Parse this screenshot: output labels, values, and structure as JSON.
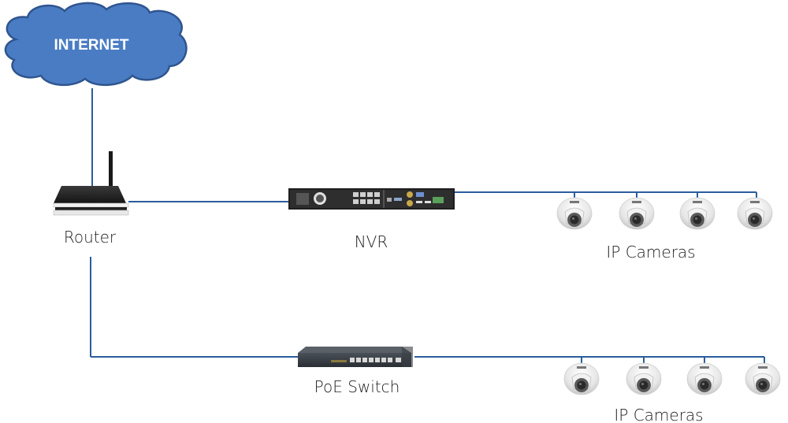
{
  "nodes": {
    "internet": {
      "label": "INTERNET",
      "fill": "#4a7cc4",
      "stroke": "#2f558f"
    },
    "router": {
      "label": "Router"
    },
    "nvr": {
      "label": "NVR"
    },
    "poe_switch": {
      "label": "PoE Switch"
    },
    "cameras_top": {
      "label": "IP Cameras",
      "count": 4
    },
    "cameras_bottom": {
      "label": "IP Cameras",
      "count": 4
    }
  },
  "connections": [
    {
      "from": "internet",
      "to": "router"
    },
    {
      "from": "router",
      "to": "nvr"
    },
    {
      "from": "nvr",
      "to": "cameras_top"
    },
    {
      "from": "router",
      "to": "poe_switch"
    },
    {
      "from": "poe_switch",
      "to": "cameras_bottom"
    }
  ],
  "colors": {
    "link": "#2a5d9c"
  }
}
